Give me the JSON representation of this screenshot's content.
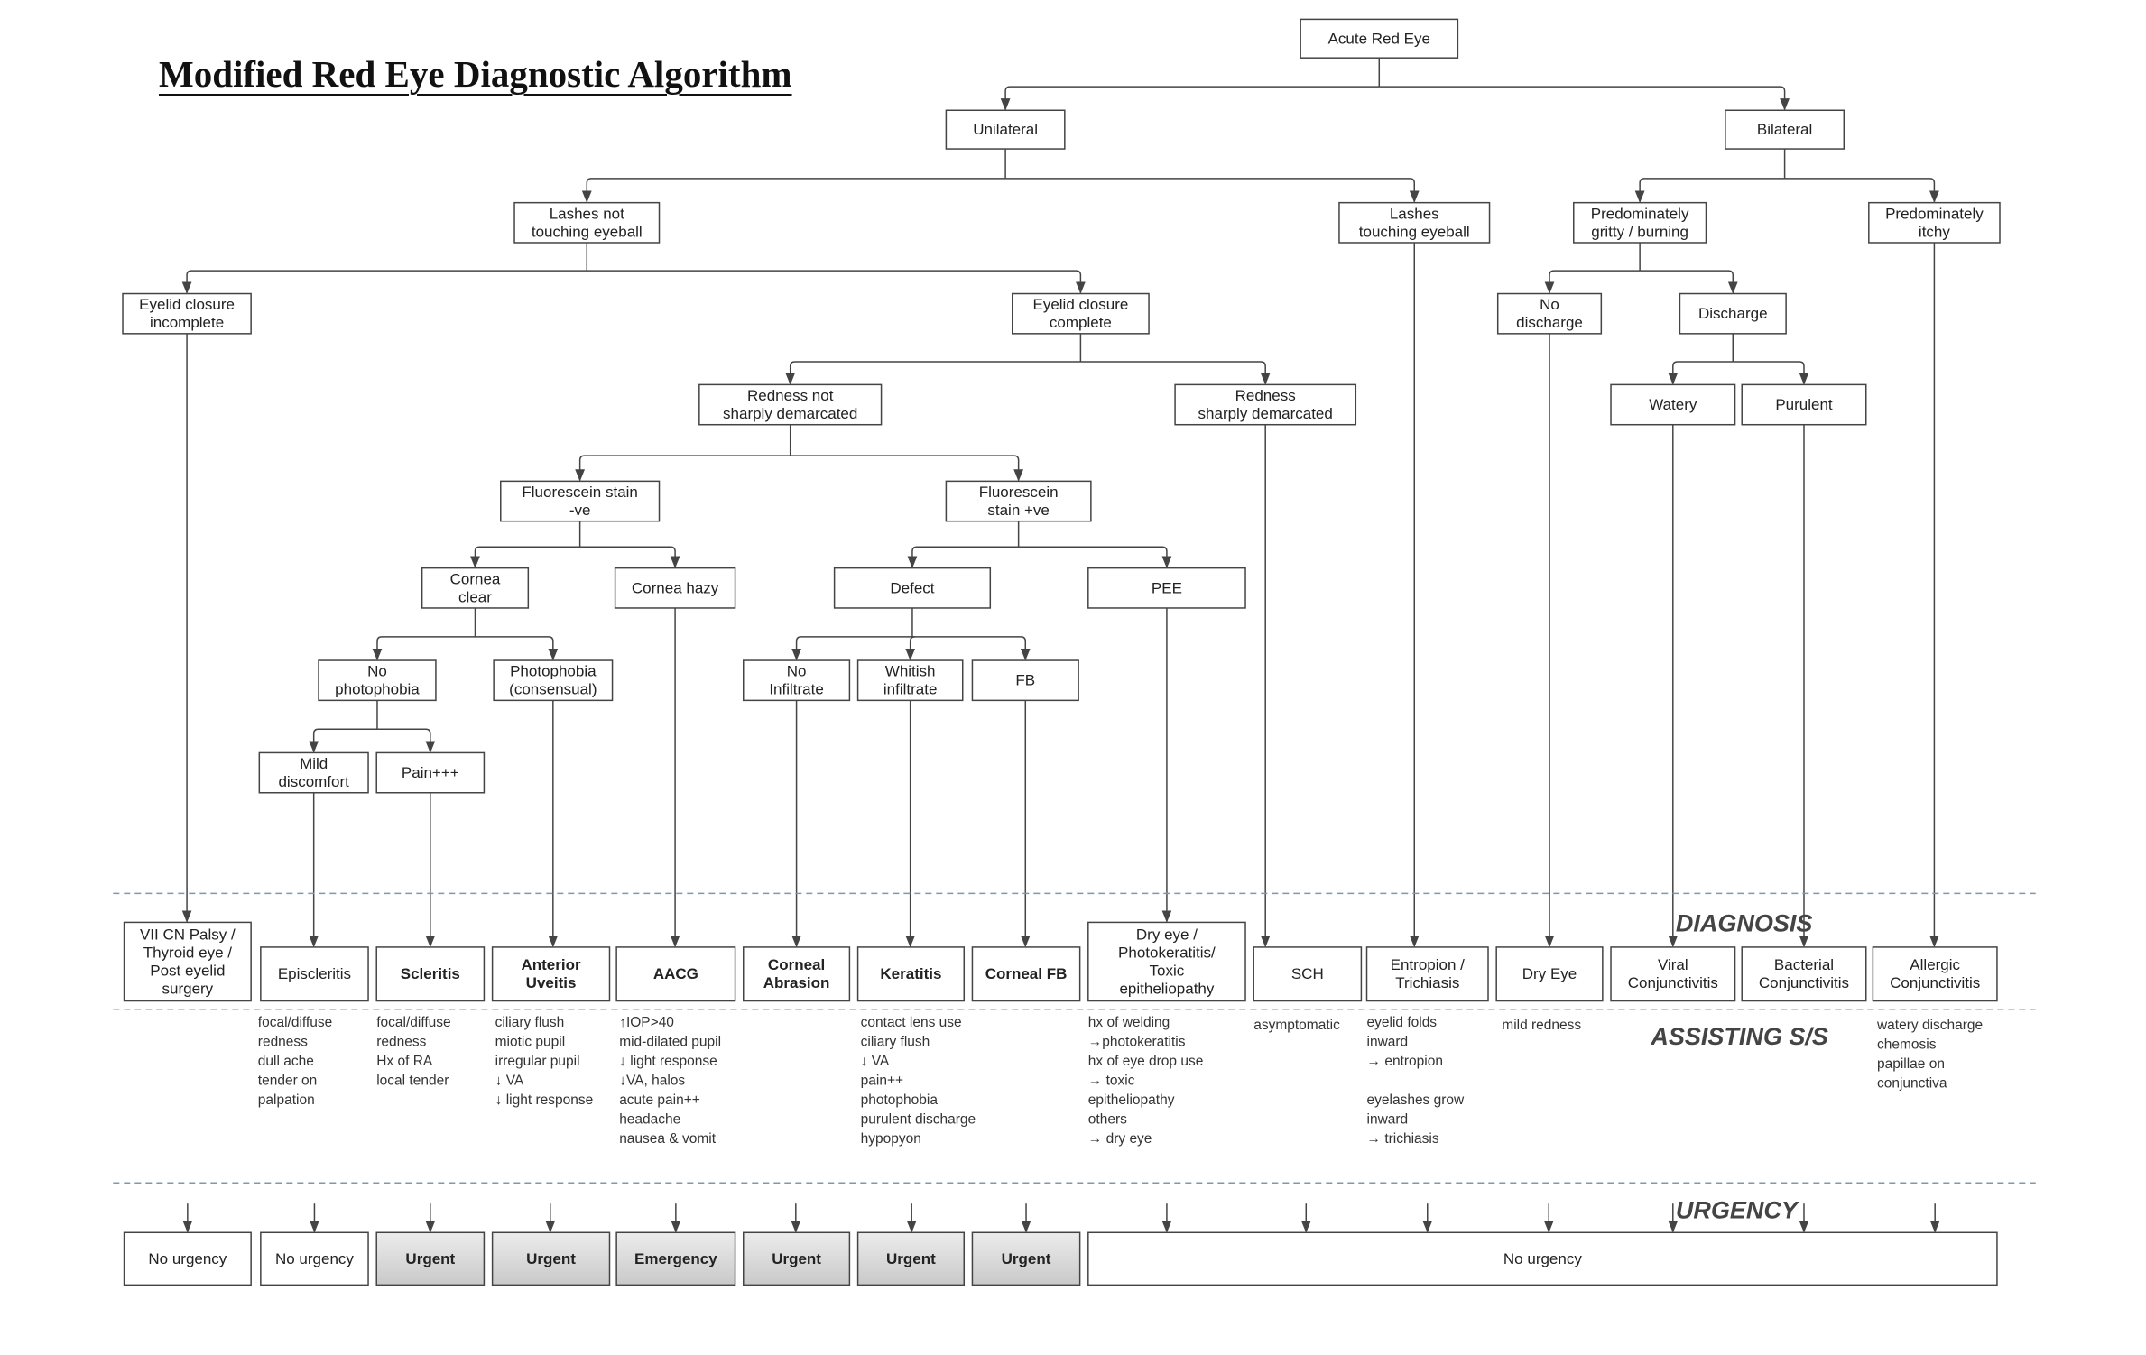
{
  "title": "Modified Red Eye Diagnostic Algorithm",
  "section_labels": {
    "diagnosis": "DIAGNOSIS",
    "assisting": "ASSISTING S/S",
    "urgency": "URGENCY"
  },
  "nodes": {
    "acute": [
      "Acute Red Eye"
    ],
    "unilateral": [
      "Unilateral"
    ],
    "bilateral": [
      "Bilateral"
    ],
    "lashes_not": [
      "Lashes not",
      "touching eyeball"
    ],
    "lashes_touch": [
      "Lashes",
      "touching eyeball"
    ],
    "gritty": [
      "Predominately",
      "gritty / burning"
    ],
    "itchy": [
      "Predominately",
      "itchy"
    ],
    "lid_incomplete": [
      "Eyelid closure",
      "incomplete"
    ],
    "lid_complete": [
      "Eyelid closure",
      "complete"
    ],
    "no_discharge": [
      "No",
      "discharge"
    ],
    "discharge": [
      "Discharge"
    ],
    "red_not": [
      "Redness not",
      "sharply demarcated"
    ],
    "red_sharp": [
      "Redness",
      "sharply demarcated"
    ],
    "watery": [
      "Watery"
    ],
    "purulent": [
      "Purulent"
    ],
    "fl_neg": [
      "Fluorescein stain",
      "-ve"
    ],
    "fl_pos": [
      "Fluorescein",
      "stain +ve"
    ],
    "cornea_clear": [
      "Cornea",
      "clear"
    ],
    "cornea_hazy": [
      "Cornea hazy"
    ],
    "defect": [
      "Defect"
    ],
    "pee": [
      "PEE"
    ],
    "no_photo": [
      "No",
      "photophobia"
    ],
    "photo": [
      "Photophobia",
      "(consensual)"
    ],
    "no_infil": [
      "No",
      "Infiltrate"
    ],
    "whitish": [
      "Whitish",
      "infiltrate"
    ],
    "fb": [
      "FB"
    ],
    "mild": [
      "Mild",
      "discomfort"
    ],
    "pain": [
      "Pain+++"
    ]
  },
  "diagnoses": {
    "vii": [
      "VII CN Palsy /",
      "Thyroid eye /",
      "Post eyelid",
      "surgery"
    ],
    "episcleritis": [
      "Episcleritis"
    ],
    "scleritis": [
      "Scleritis"
    ],
    "uveitis": [
      "Anterior",
      "Uveitis"
    ],
    "aacg": [
      "AACG"
    ],
    "abrasion": [
      "Corneal",
      "Abrasion"
    ],
    "keratitis": [
      "Keratitis"
    ],
    "cornealfb": [
      "Corneal FB"
    ],
    "dryeye_pk": [
      "Dry eye /",
      "Photokeratitis/",
      "Toxic",
      "epitheliopathy"
    ],
    "sch": [
      "SCH"
    ],
    "entropion": [
      "Entropion /",
      "Trichiasis"
    ],
    "dryeye": [
      "Dry Eye"
    ],
    "viral": [
      "Viral",
      "Conjunctivitis"
    ],
    "bacterial": [
      "Bacterial",
      "Conjunctivitis"
    ],
    "allergic": [
      "Allergic",
      "Conjunctivitis"
    ]
  },
  "assisting": {
    "episcleritis": [
      "focal/diffuse",
      "redness",
      "dull ache",
      "tender on",
      "palpation"
    ],
    "scleritis": [
      "focal/diffuse",
      "redness",
      "Hx of RA",
      "local tender"
    ],
    "uveitis": [
      "ciliary flush",
      "miotic pupil",
      "irregular pupil",
      "↓ VA",
      "↓ light response"
    ],
    "aacg": [
      "↑IOP>40",
      "mid-dilated pupil",
      "↓ light response",
      "↓VA, halos",
      "acute pain++",
      "headache",
      "nausea & vomit"
    ],
    "keratitis": [
      "contact lens use",
      "ciliary flush",
      "↓ VA",
      "pain++",
      "photophobia",
      "purulent discharge",
      "hypopyon"
    ],
    "dryeye_pk": [
      "hx of welding",
      "→photokeratitis",
      "hx of eye drop use",
      "→ toxic",
      "epitheliopathy",
      "others",
      "→ dry eye"
    ],
    "sch": [
      "asymptomatic"
    ],
    "entropion": [
      "eyelid folds",
      "inward",
      "→ entropion",
      "",
      "eyelashes grow",
      "inward",
      "→ trichiasis"
    ],
    "dryeye": [
      "mild redness"
    ],
    "allergic": [
      "watery discharge",
      "chemosis",
      "papillae on",
      "conjunctiva"
    ]
  },
  "urgency": {
    "vii": "No urgency",
    "episcleritis": "No urgency",
    "scleritis": "Urgent",
    "uveitis": "Urgent",
    "aacg": "Emergency",
    "abrasion": "Urgent",
    "keratitis": "Urgent",
    "cornealfb": "Urgent",
    "rest": "No urgency"
  },
  "colors": {
    "line": "#444444",
    "dashed": "#7f98ad",
    "shaded": "#d4d4d4"
  }
}
